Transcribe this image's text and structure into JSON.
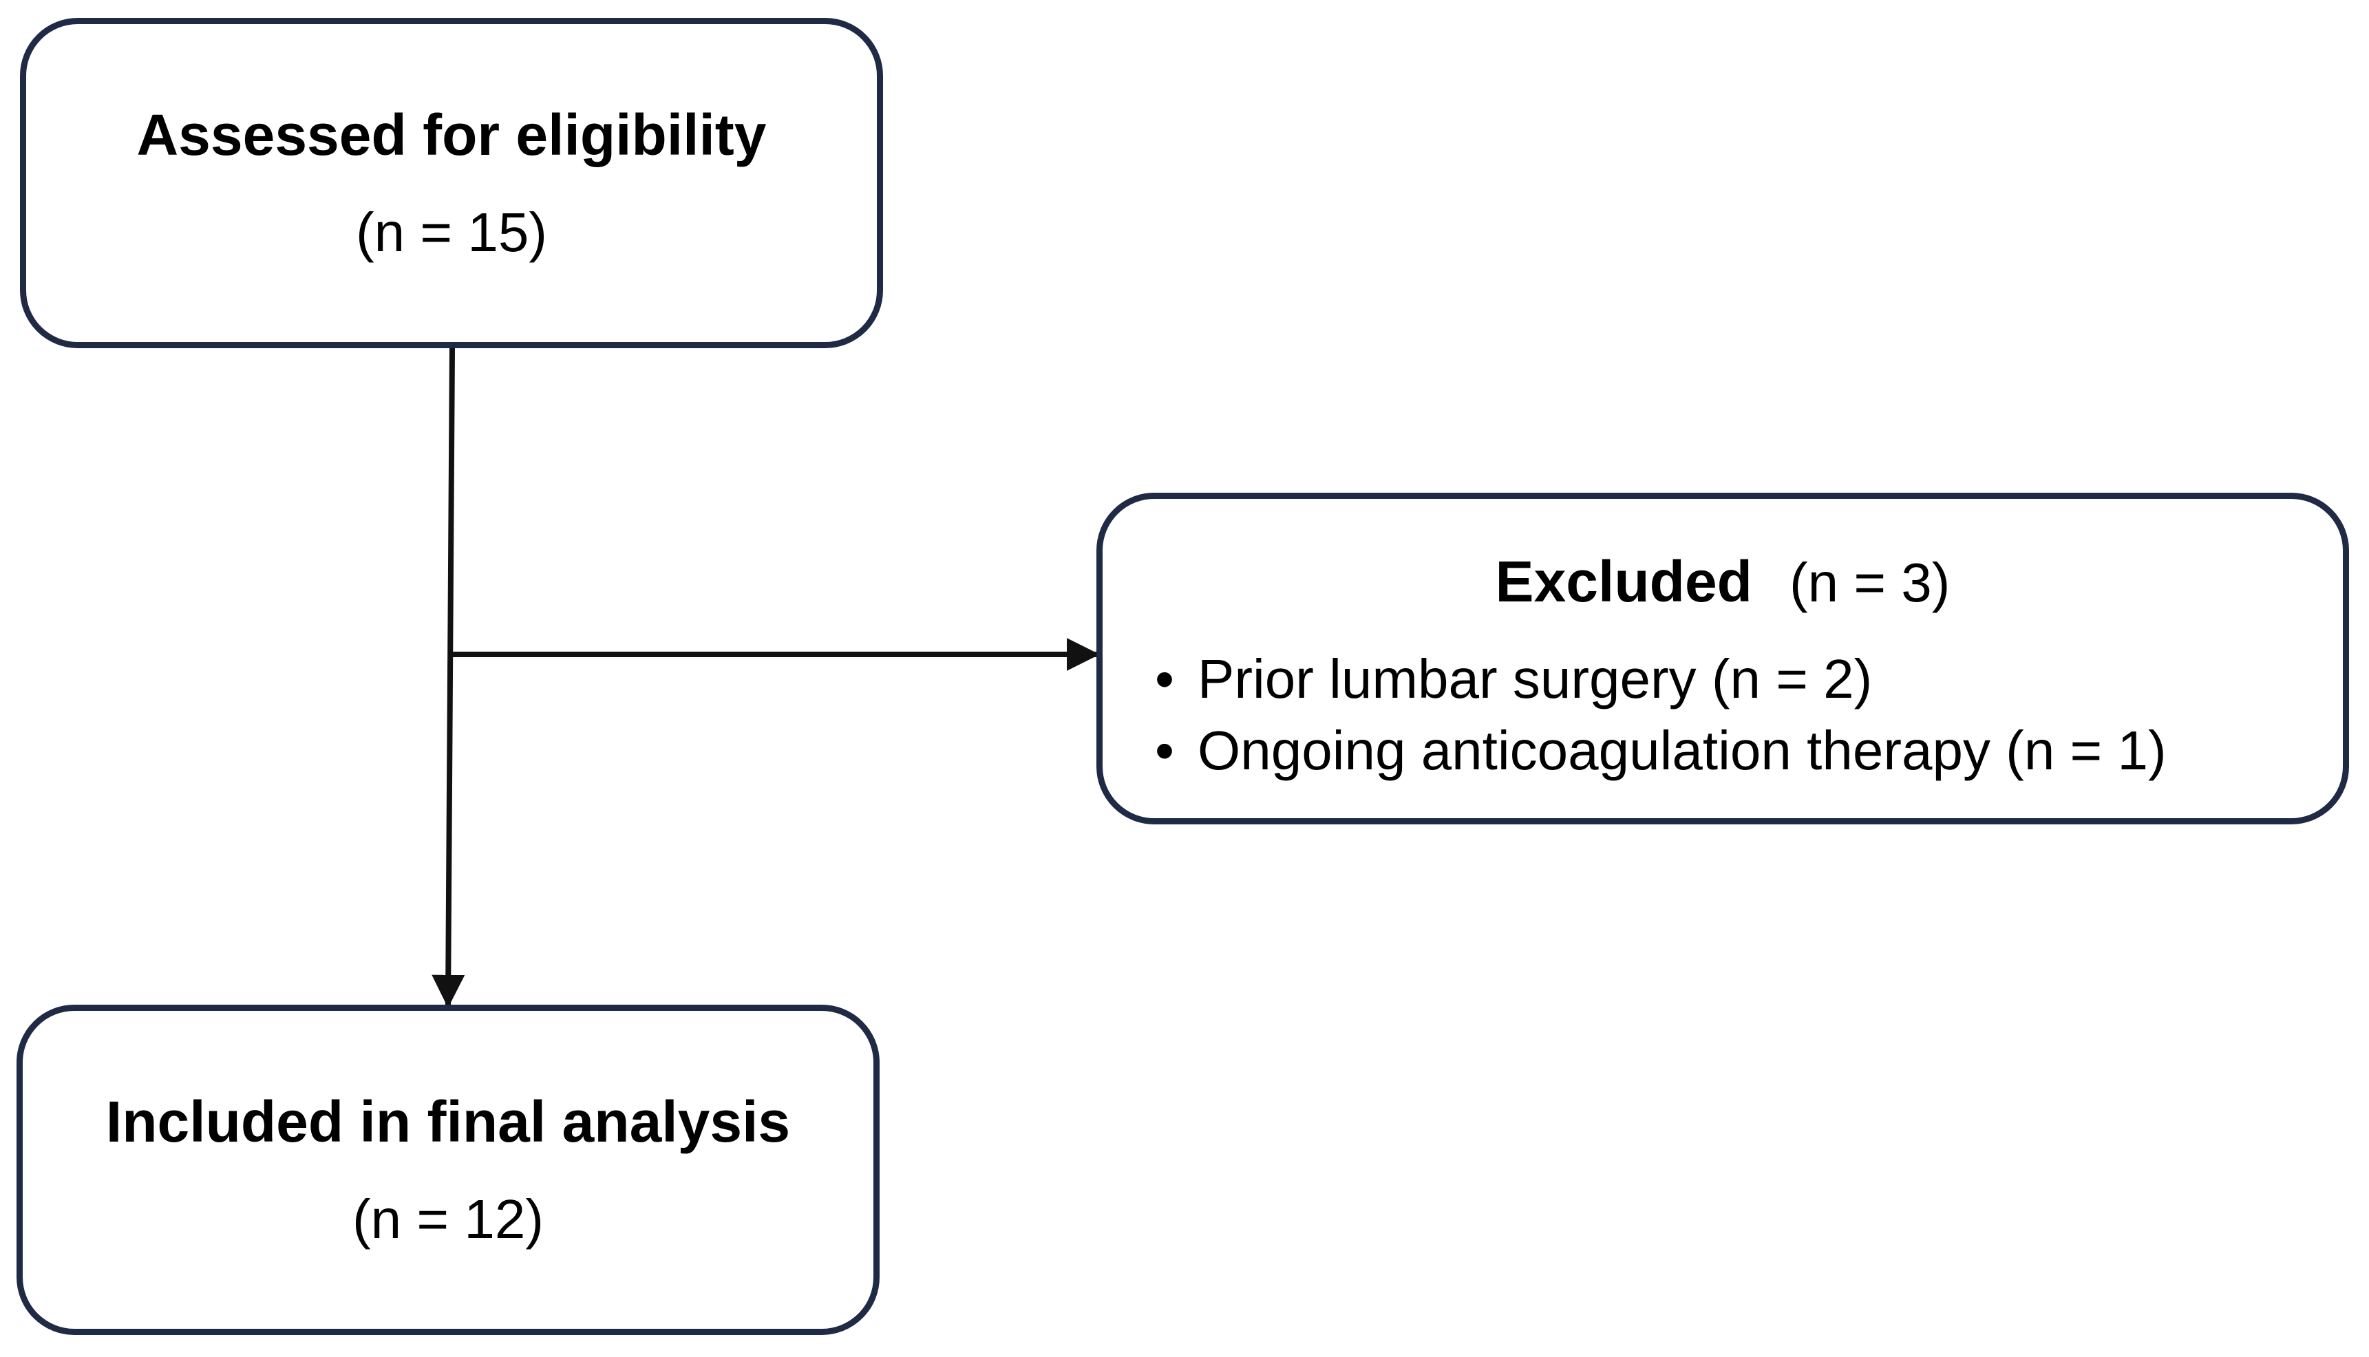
{
  "assessed": {
    "title": "Assessed for eligibility",
    "count": "(n = 15)"
  },
  "excluded": {
    "title": "Excluded",
    "count": "(n = 3)",
    "reasons": [
      {
        "bullet": "•",
        "text": "Prior lumbar surgery (n = 2)"
      },
      {
        "bullet": "•",
        "text": "Ongoing anticoagulation therapy (n = 1)"
      }
    ]
  },
  "included": {
    "title": "Included in final analysis",
    "count": "(n = 12)"
  },
  "colors": {
    "box_border": "#1f2a44",
    "arrow": "#111111"
  }
}
